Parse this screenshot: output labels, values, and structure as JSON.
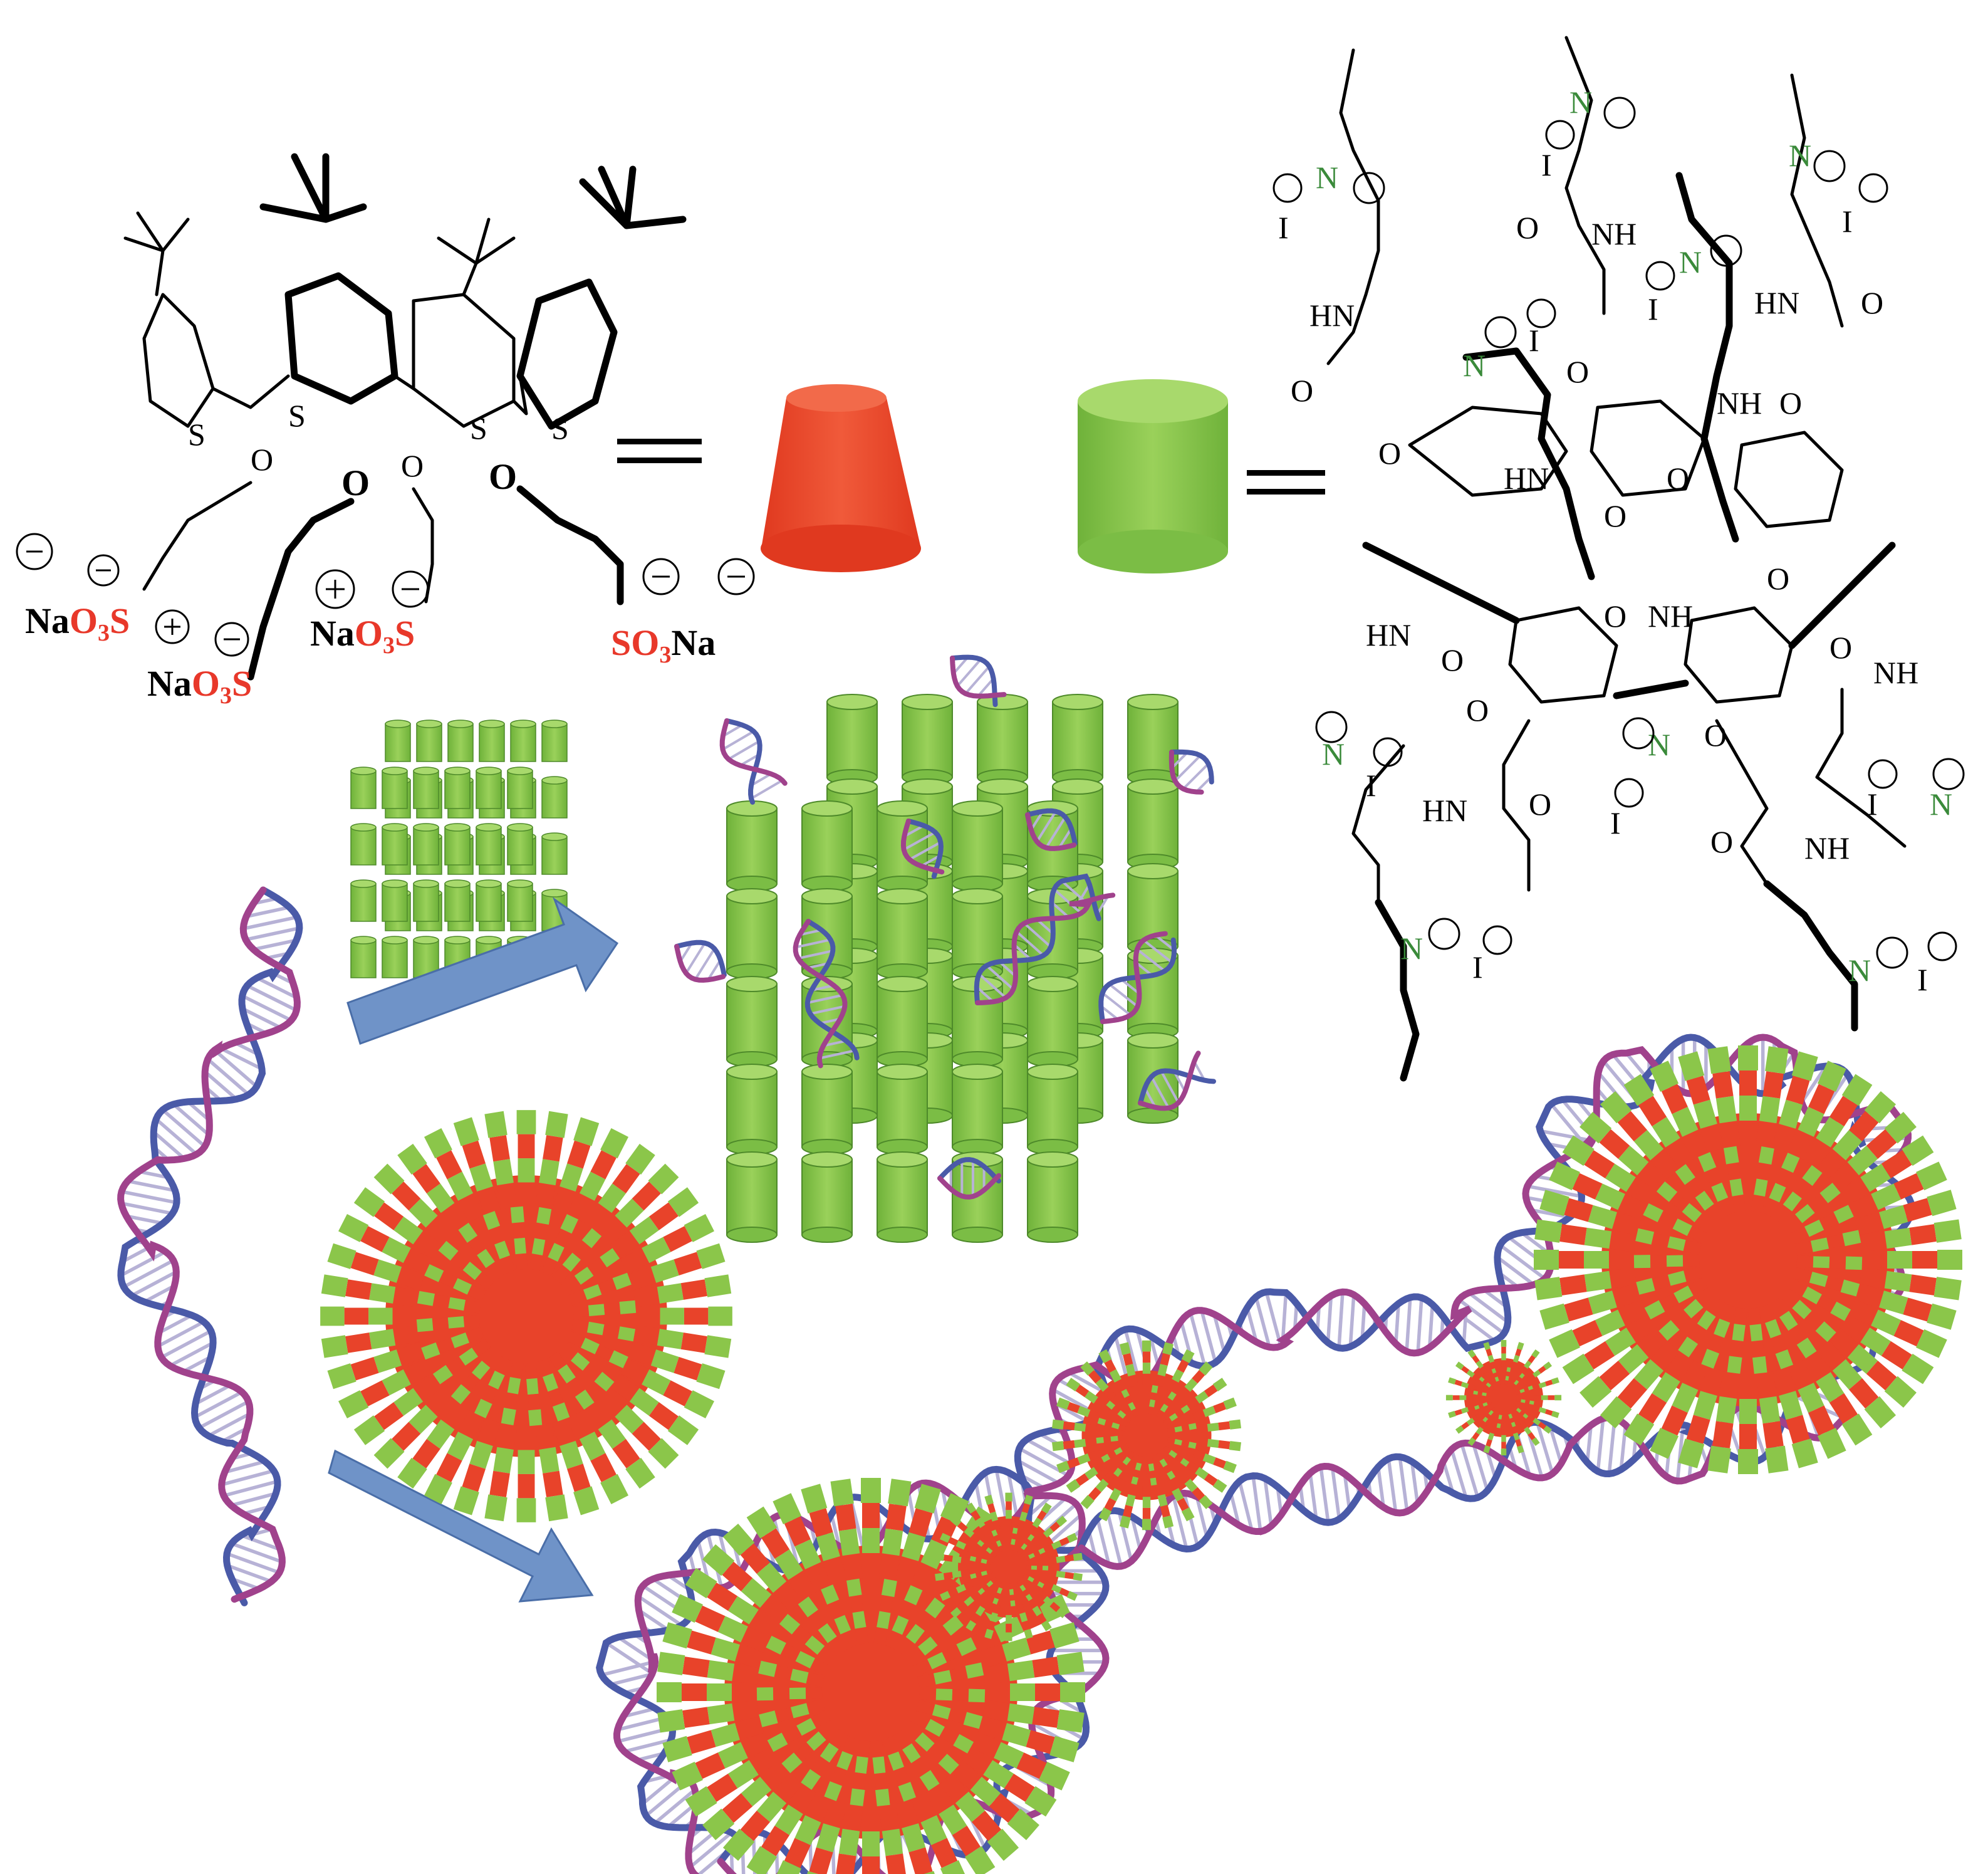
{
  "calixarene": {
    "sulfur_label": "S",
    "oxygen_label": "O",
    "na": "Na",
    "o3": "O",
    "sub3": "3",
    "s": "S",
    "so3": "SO",
    "charge_minus": "−",
    "charge_plus": "+"
  },
  "resorcinarene": {
    "n": "N",
    "iodide": "I",
    "nh": "NH",
    "hn": "HN",
    "o": "O",
    "o_eq": "O"
  },
  "colors": {
    "cone_red": "#e8432a",
    "cylinder_green": "#8bc64a",
    "arrow_blue": "#6f93c8",
    "dna_blue": "#4a5aa8",
    "dna_purple": "#a0428c",
    "label_red": "#e8382a",
    "nitrogen_green": "#3a8a3a"
  },
  "icons": [
    "equals-sign",
    "red-truncated-cone",
    "green-cylinder",
    "blue-arrow",
    "dna-helix",
    "micelle"
  ]
}
